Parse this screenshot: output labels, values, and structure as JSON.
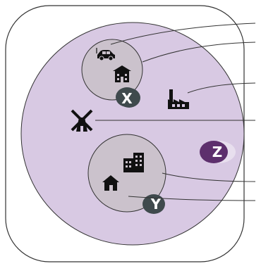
{
  "diagram": {
    "labels": {
      "x": "X",
      "y": "Y",
      "z": "Z"
    },
    "icons": {
      "car": "car-icon",
      "school": "school-building-icon",
      "factory": "factory-icon",
      "windmill": "windmill-icon",
      "office": "office-buildings-icon",
      "house": "house-icon"
    },
    "colors": {
      "outer_fill": "#ffffff",
      "purple_region": "#d8c9e3",
      "inner_circle": "#cbc2cc",
      "badge_dark": "#3f4a4d",
      "badge_purple": "#5d2f6d",
      "stroke": "#333333"
    }
  }
}
